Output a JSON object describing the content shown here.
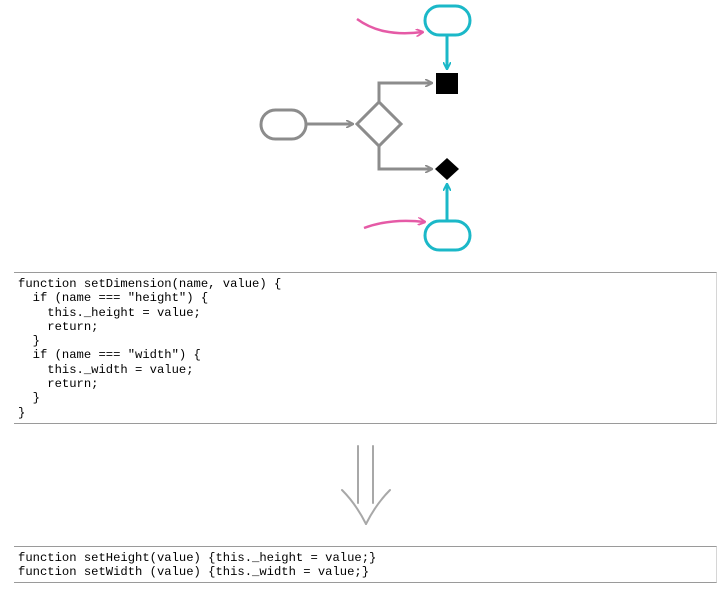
{
  "colors": {
    "flow_gray": "#8c8c8c",
    "cyan": "#1bb8c8",
    "pink": "#e55aa6",
    "terminal_black": "#000000"
  },
  "diagram": {
    "nodes": [
      {
        "id": "input-start",
        "shape": "rounded-oval",
        "color": "flow_gray"
      },
      {
        "id": "decision",
        "shape": "diamond",
        "color": "flow_gray"
      },
      {
        "id": "exit-height",
        "shape": "square",
        "color": "terminal_black"
      },
      {
        "id": "exit-width",
        "shape": "small-diamond",
        "color": "terminal_black"
      },
      {
        "id": "entry-top",
        "shape": "rounded-oval",
        "color": "cyan"
      },
      {
        "id": "entry-bottom",
        "shape": "rounded-oval",
        "color": "cyan"
      }
    ],
    "edges": [
      {
        "from": "input-start",
        "to": "decision",
        "color": "flow_gray"
      },
      {
        "from": "decision",
        "to": "exit-height",
        "color": "flow_gray"
      },
      {
        "from": "decision",
        "to": "exit-width",
        "color": "flow_gray"
      },
      {
        "from": "entry-top",
        "to": "exit-height",
        "color": "cyan"
      },
      {
        "from": "entry-bottom",
        "to": "exit-width",
        "color": "cyan"
      }
    ],
    "pointers": [
      {
        "target": "entry-top",
        "color": "pink"
      },
      {
        "target": "entry-bottom",
        "color": "pink"
      }
    ]
  },
  "code_before": {
    "lines": [
      "function setDimension(name, value) {",
      "  if (name === \"height\") {",
      "    this._height = value;",
      "    return;",
      "  }",
      "  if (name === \"width\") {",
      "    this._width = value;",
      "    return;",
      "  }",
      "}"
    ]
  },
  "transform_arrow": {
    "icon": "double-down-arrow-icon",
    "color": "#a8a8a8"
  },
  "code_after": {
    "lines": [
      "function setHeight(value) {this._height = value;}",
      "function setWidth (value) {this._width = value;}"
    ]
  }
}
